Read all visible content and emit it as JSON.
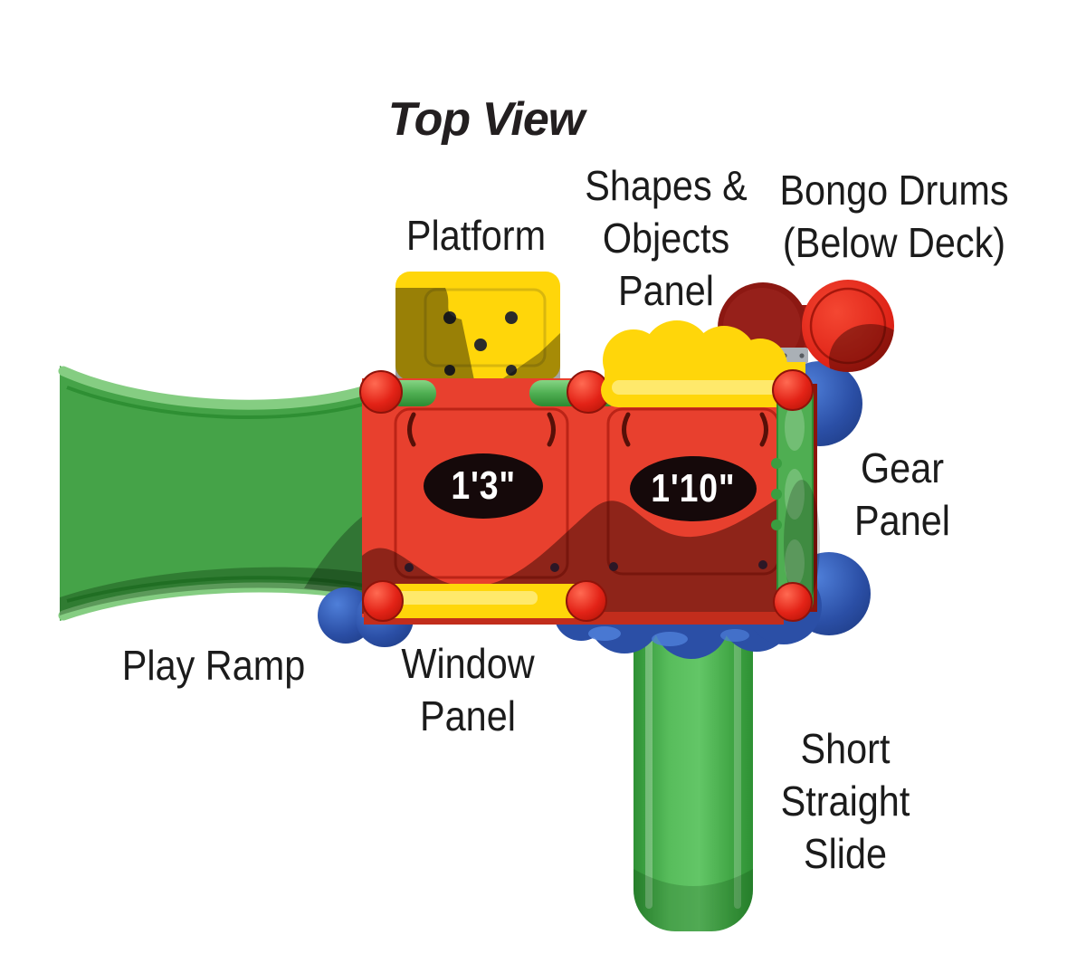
{
  "title": "Top View",
  "labels": {
    "platform": {
      "lines": [
        "Platform"
      ]
    },
    "shapes_panel": {
      "lines": [
        "Shapes &",
        "Objects",
        "Panel"
      ]
    },
    "bongo_drums": {
      "lines": [
        "Bongo Drums",
        "(Below Deck)"
      ]
    },
    "gear_panel": {
      "lines": [
        "Gear",
        "Panel"
      ]
    },
    "play_ramp": {
      "lines": [
        "Play Ramp"
      ]
    },
    "window_panel": {
      "lines": [
        "Window",
        "Panel"
      ]
    },
    "short_straight_slide": {
      "lines": [
        "Short",
        "Straight",
        "Slide"
      ]
    }
  },
  "dimensions": {
    "left_deck": "1'3\"",
    "right_deck": "1'10\""
  },
  "colors": {
    "deck_red": "#e8402e",
    "strip_red": "#c22d1c",
    "cap_red": "#e32317",
    "drum_red": "#df2317",
    "drum_dark": "#8c1812",
    "yellow": "#ffd60a",
    "yellow_light": "#ffe96b",
    "ramp_green": "#45a348",
    "tube_green": "#4fae52",
    "blue": "#2b4fa6",
    "blue_light": "#4f7fd9",
    "oval_bg": "#15090a",
    "oval_text": "#ffffff",
    "label_text": "#1b1b1b"
  }
}
